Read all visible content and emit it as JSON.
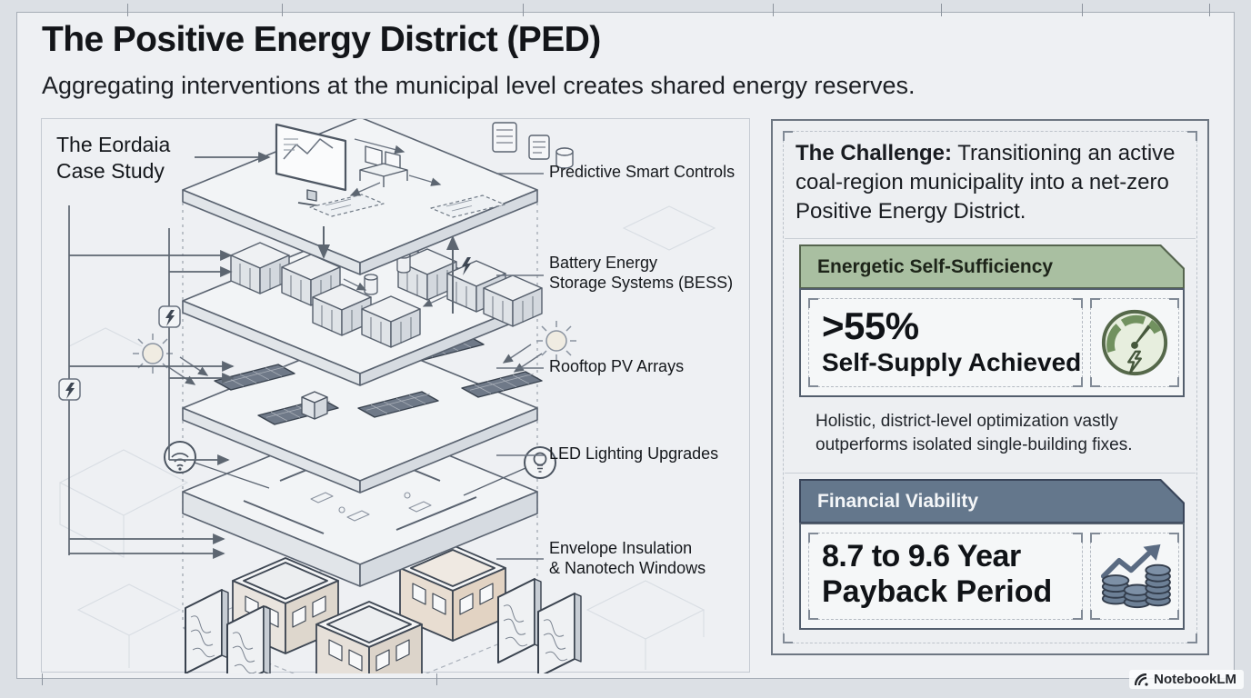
{
  "page": {
    "title": "The Positive Energy District (PED)",
    "subtitle": "Aggregating interventions at the municipal level creates shared energy reserves."
  },
  "left_panel": {
    "case_study_label": "The Eordaia\nCase Study",
    "layer_labels": [
      "Predictive Smart Controls",
      "Battery Energy\nStorage Systems (BESS)",
      "Rooftop PV Arrays",
      "LED Lighting Upgrades",
      "Envelope Insulation\n& Nanotech Windows"
    ]
  },
  "right_panel": {
    "challenge_prefix": "The Challenge:",
    "challenge_text": " Transitioning an active coal-region municipality into a net-zero Positive Energy District.",
    "energy_card": {
      "header": "Energetic Self-Sufficiency",
      "stat_value": ">55%",
      "stat_label": "Self-Supply Achieved",
      "icon": "gauge-lightning-icon"
    },
    "insight": "Holistic, district-level optimization vastly outperforms isolated single-building fixes.",
    "finance_card": {
      "header": "Financial Viability",
      "stat_value": "8.7 to 9.6 Year",
      "stat_label": "Payback Period",
      "icon": "coins-growth-icon"
    }
  },
  "watermark": "NotebookLM",
  "colors": {
    "sage_header": "#a9bfa1",
    "slate_header": "#64778c",
    "panel_bg": "#eef0f3",
    "line_art": "#5a6370",
    "gauge_green": "#5b7150",
    "coins_slate": "#6d8096"
  }
}
